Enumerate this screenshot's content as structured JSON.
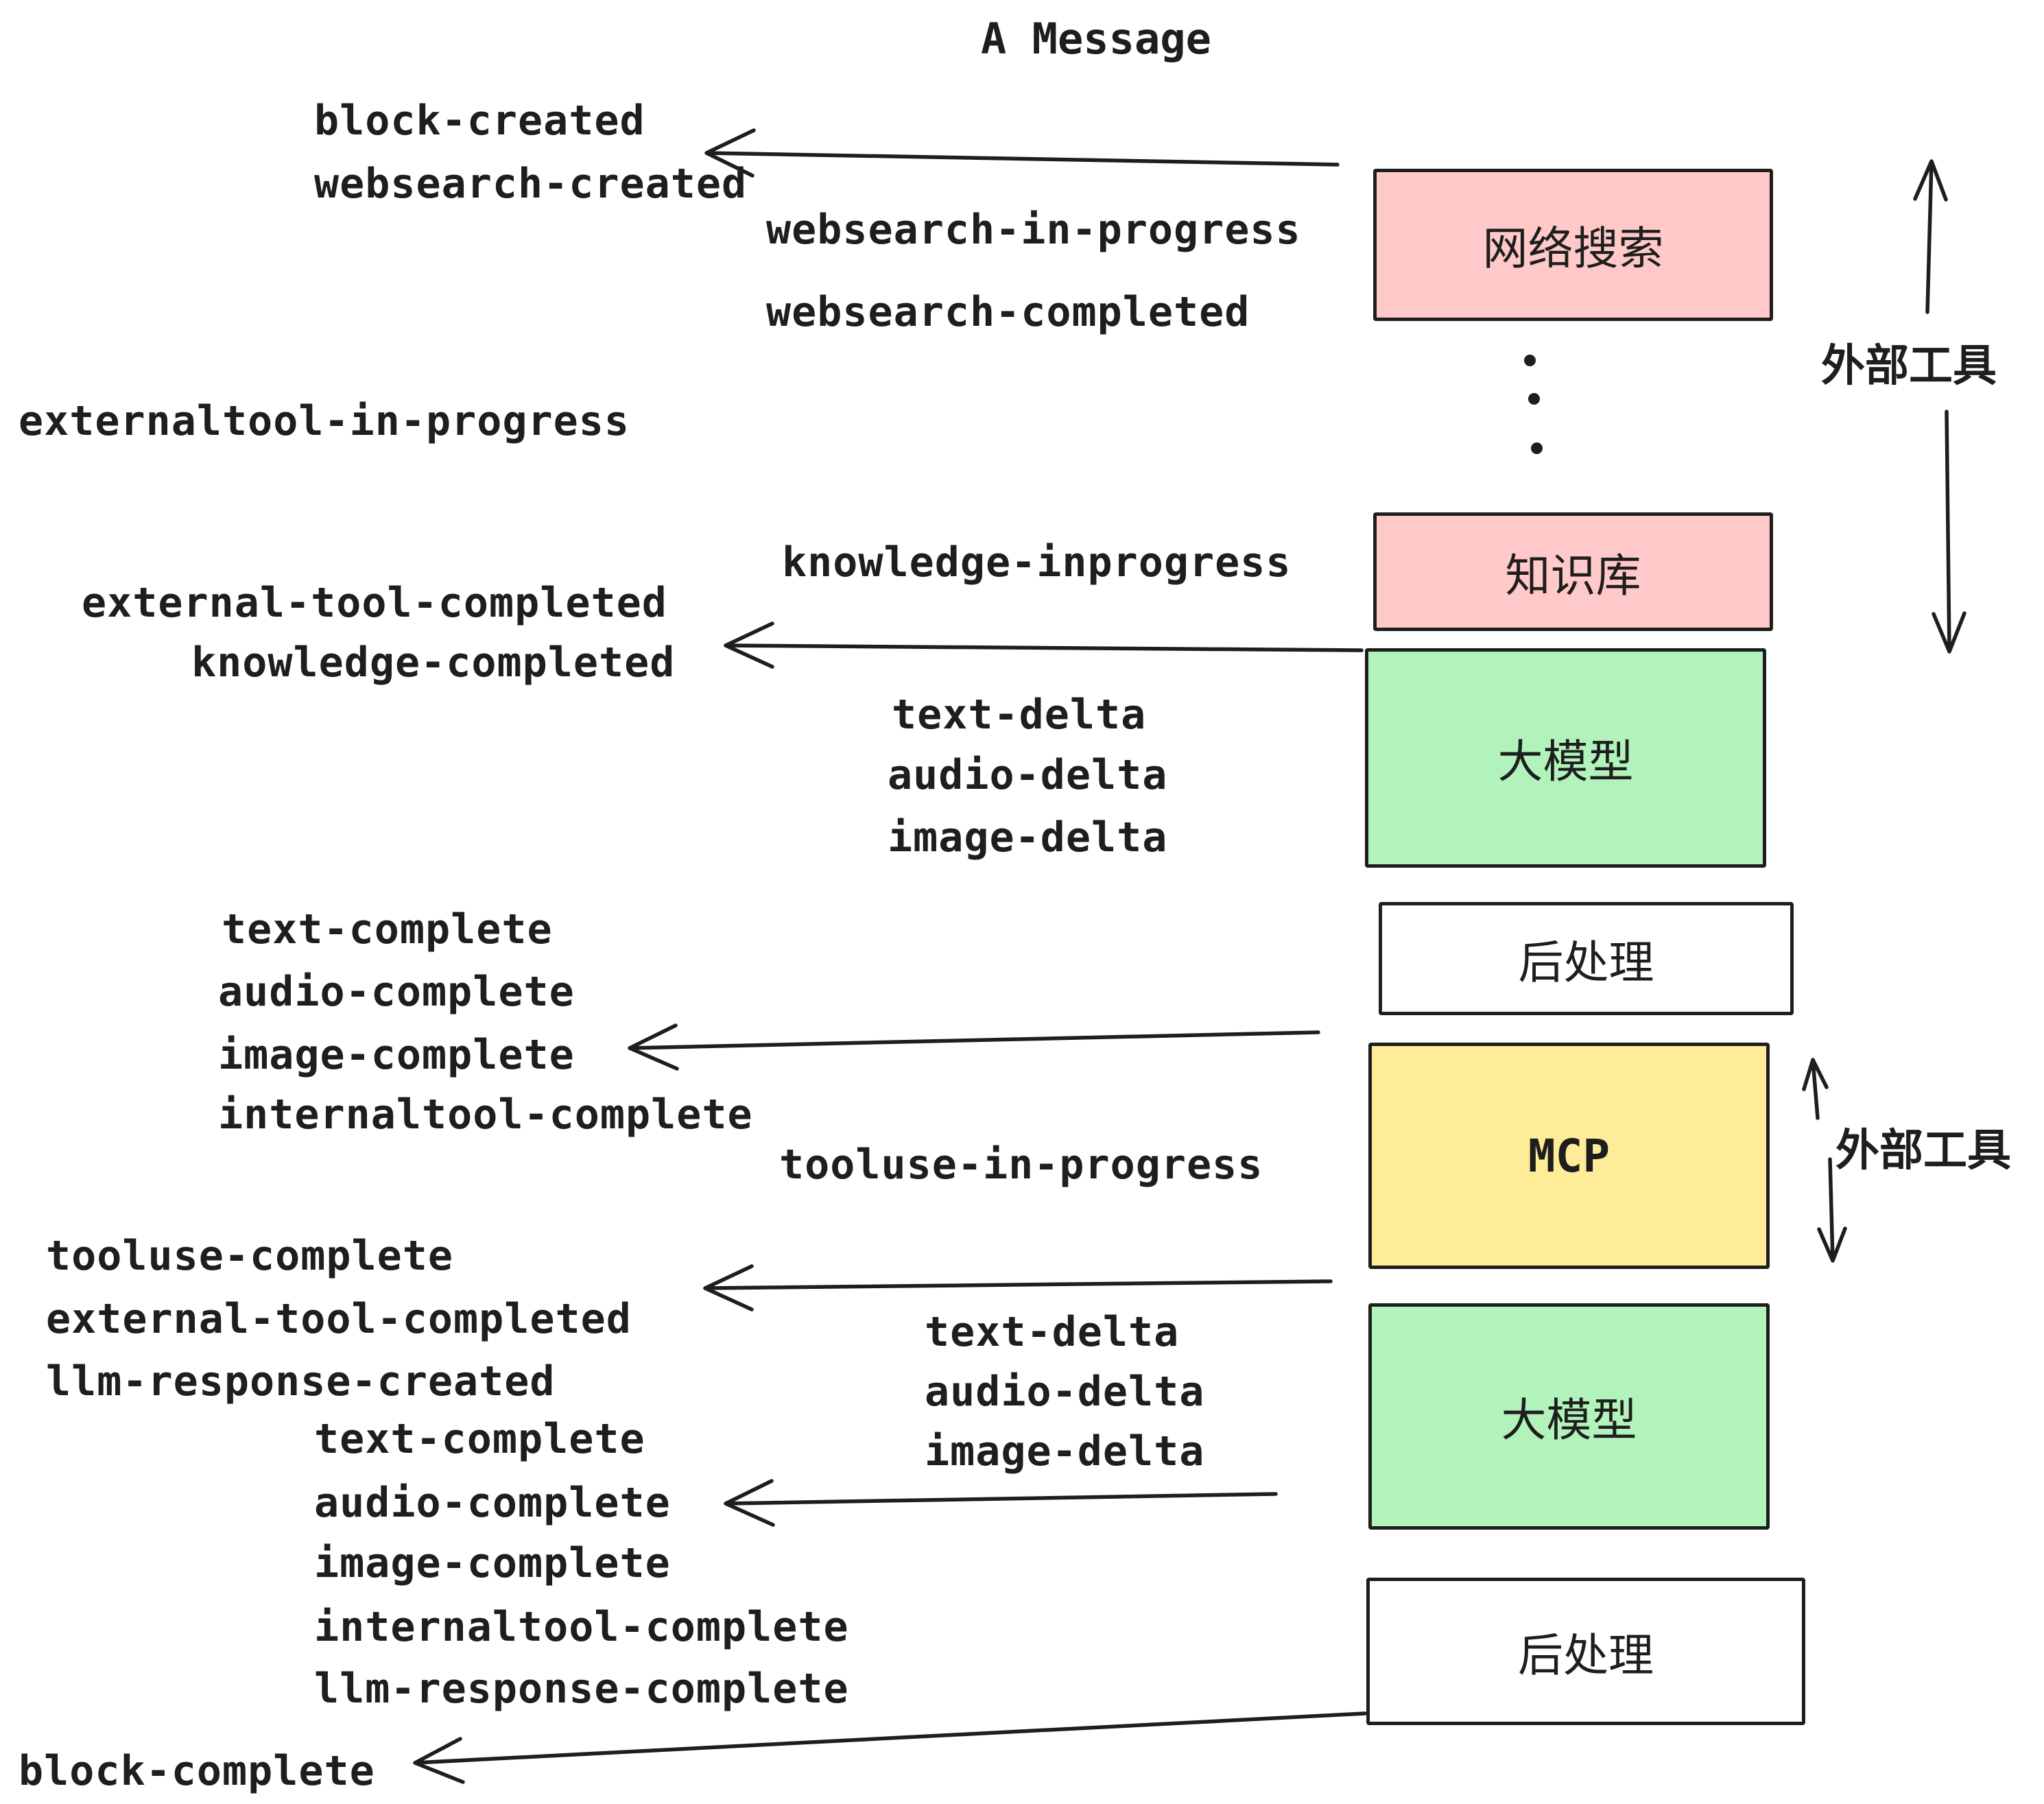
{
  "title": "A Message",
  "colors": {
    "pink": "#ffc9c9",
    "green": "#b2f2bb",
    "yellow": "#ffec99",
    "white": "#ffffff",
    "stroke": "#1e1e1e"
  },
  "nodes": {
    "websearch": "网络搜索",
    "knowledge": "知识库",
    "llm1": "大模型",
    "post1": "后处理",
    "mcp": "MCP",
    "llm2": "大模型",
    "post2": "后处理"
  },
  "annotations": {
    "external_tools_top": "外部工具",
    "external_tools_mid": "外部工具"
  },
  "events": {
    "block_created": "block-created",
    "websearch_created": "websearch-created",
    "websearch_in_progress": "websearch-in-progress",
    "websearch_completed": "websearch-completed",
    "externaltool_in_progress": "externaltool-in-progress",
    "knowledge_inprogress": "knowledge-inprogress",
    "external_tool_completed": "external-tool-completed",
    "knowledge_completed": "knowledge-completed",
    "text_delta_1": "text-delta",
    "audio_delta_1": "audio-delta",
    "image_delta_1": "image-delta",
    "text_complete_1": "text-complete",
    "audio_complete_1": "audio-complete",
    "image_complete_1": "image-complete",
    "internaltool_complete_1": "internaltool-complete",
    "tooluse_in_progress": "tooluse-in-progress",
    "tooluse_complete": "tooluse-complete",
    "external_tool_completed_2": "external-tool-completed",
    "llm_response_created": "llm-response-created",
    "text_delta_2": "text-delta",
    "audio_delta_2": "audio-delta",
    "image_delta_2": "image-delta",
    "text_complete_2": "text-complete",
    "audio_complete_2": "audio-complete",
    "image_complete_2": "image-complete",
    "internaltool_complete_2": "internaltool-complete",
    "llm_response_complete": "llm-response-complete",
    "block_complete": "block-complete"
  }
}
